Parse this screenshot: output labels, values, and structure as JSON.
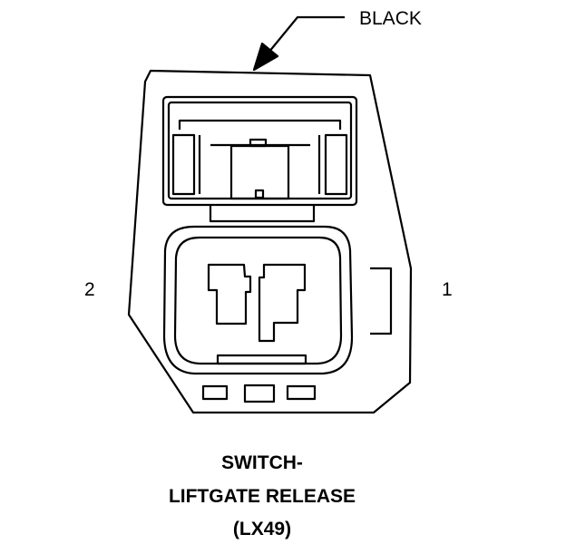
{
  "connector": {
    "color_label": "BLACK",
    "pin_left": "2",
    "pin_right": "1"
  },
  "caption": {
    "line1": "SWITCH-",
    "line2": "LIFTGATE RELEASE",
    "line3": "(LX49)"
  },
  "colors": {
    "stroke": "#000000",
    "background": "#ffffff"
  }
}
